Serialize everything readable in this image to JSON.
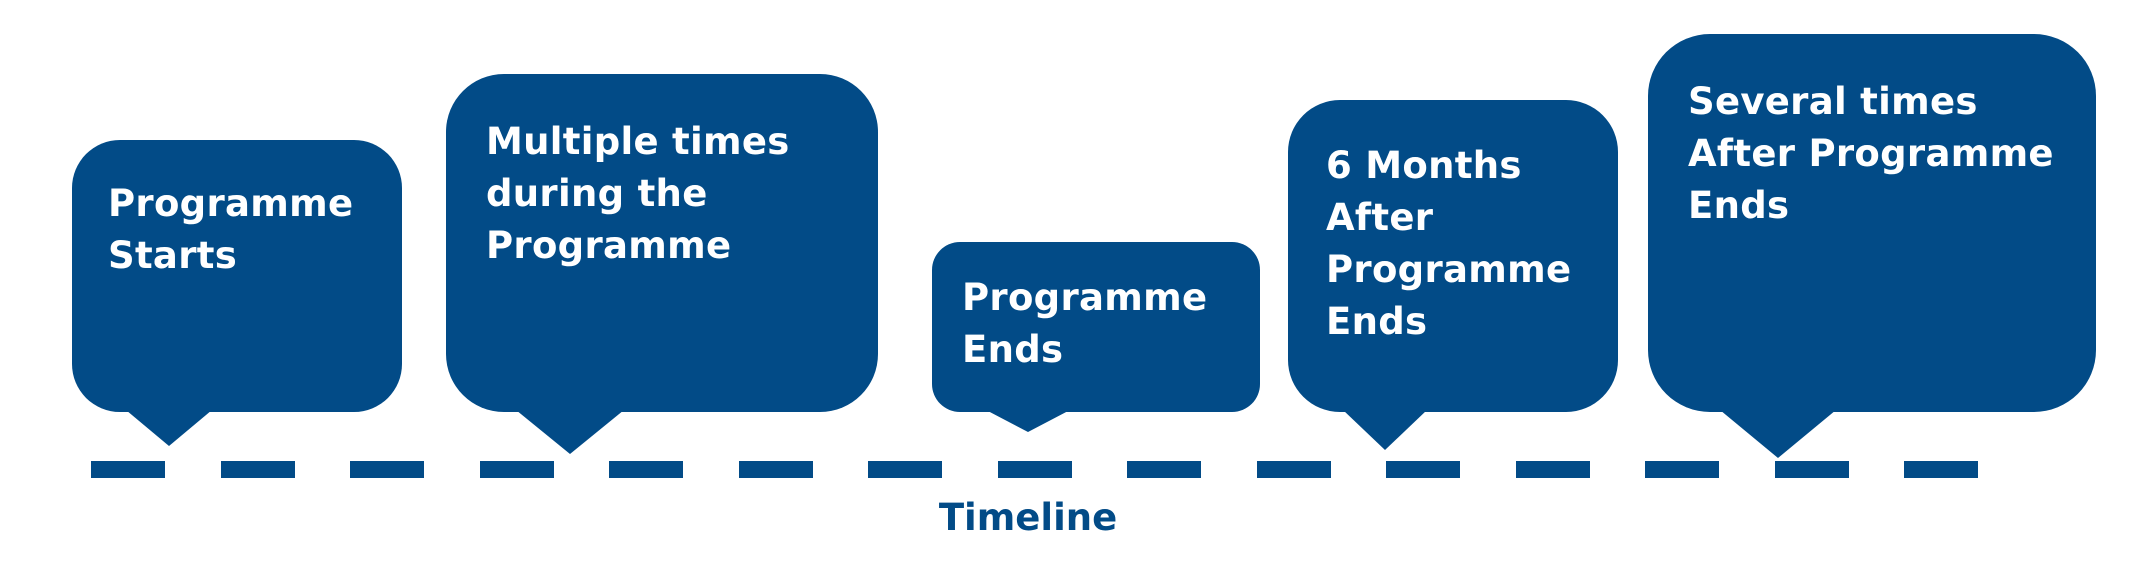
{
  "colors": {
    "bubble_fill": "#024b87",
    "bubble_text": "#ffffff",
    "timeline": "#024b87",
    "background": "#ffffff"
  },
  "milestones": [
    {
      "label": "Programme\nStarts"
    },
    {
      "label": "Multiple times\nduring the\nProgramme"
    },
    {
      "label": "Programme\nEnds"
    },
    {
      "label": "6 Months\nAfter\nProgramme\nEnds"
    },
    {
      "label": "Several times\nAfter Programme\nEnds"
    }
  ],
  "timeline": {
    "label": "Timeline",
    "dash_count": 15
  }
}
